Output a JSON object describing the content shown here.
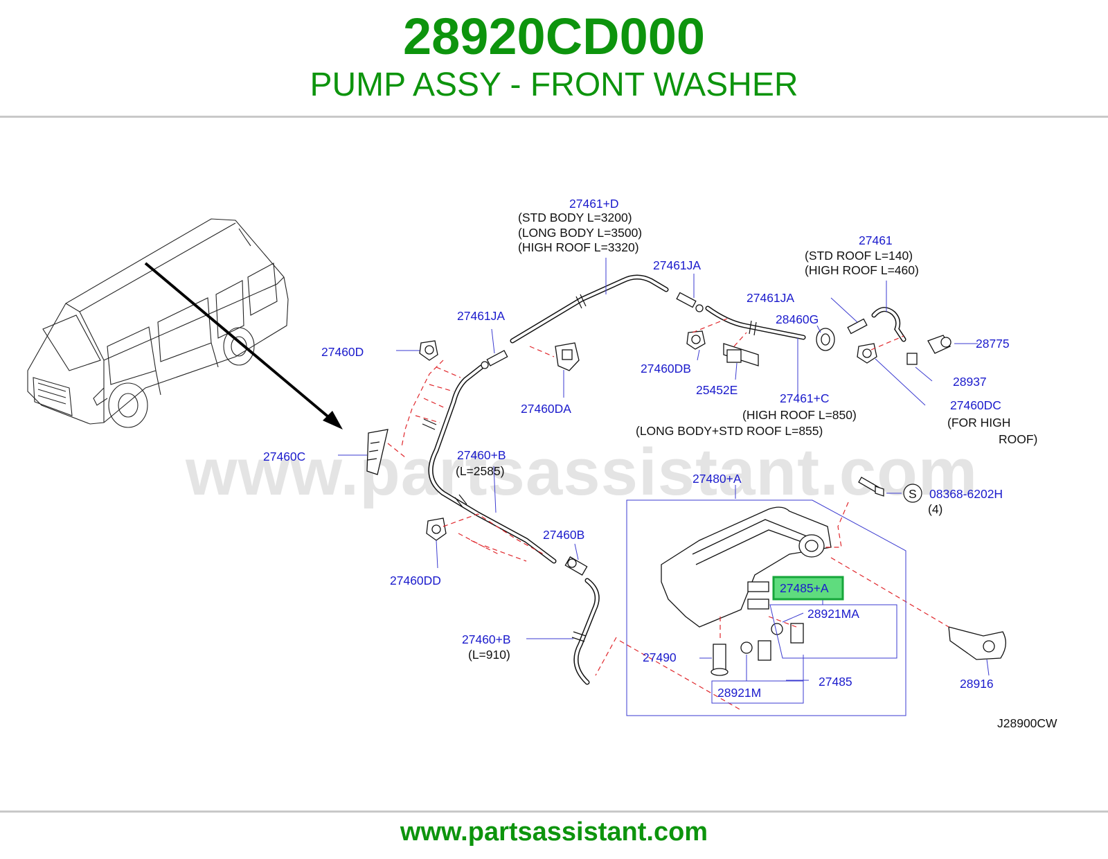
{
  "header": {
    "part_number": "28920CD000",
    "part_name": "PUMP ASSY - FRONT WASHER"
  },
  "watermark": "www.partsassistant.com",
  "footer": {
    "url": "www.partsassistant.com"
  },
  "diagram": {
    "code": "J28900CW",
    "highlighted_callout": "27485+A",
    "highlight_color": "#34c95a",
    "accent_color": "#0d940d",
    "label_color": "#1a1acc",
    "dashed_leader_color": "#e0262b",
    "labels": {
      "l_27461_d": "27461+D",
      "l_27461_d_n1": "(STD   BODY       L=3200)",
      "l_27461_d_n2": "(LONG   BODY       L=3500)",
      "l_27461_d_n3": "(HIGH   ROOF       L=3320)",
      "l_27461ja_top": "27461JA",
      "l_27461": "27461",
      "l_27461_n1": "(STD   ROOF      L=140)",
      "l_27461_n2": "(HIGH   ROOF       L=460)",
      "l_27461ja_right": "27461JA",
      "l_28460g": "28460G",
      "l_27461ja_left": "27461JA",
      "l_27460d": "27460D",
      "l_28775": "28775",
      "l_27460db": "27460DB",
      "l_28937": "28937",
      "l_25452e": "25452E",
      "l_27460da": "27460DA",
      "l_27461_c": "27461+C",
      "l_27460dc": "27460DC",
      "l_27461_c_n1": "(HIGH   ROOF        L=850)",
      "l_27461_c_n2": "(LONG   BODY+STD   ROOF        L=855)",
      "l_27460dc_n1": "(FOR   HIGH",
      "l_27460dc_n2": "ROOF)",
      "l_27460c": "27460C",
      "l_27460_b_top": "27460+B",
      "l_27460_b_top_n": "(L=2585)",
      "l_27480_a": "27480+A",
      "l_s": "S",
      "l_08368": "08368-6202H",
      "l_08368_n": "(4)",
      "l_27460b": "27460B",
      "l_27460dd": "27460DD",
      "l_27485_a": "27485+A",
      "l_28921ma": "28921MA",
      "l_27460_b_bot": "27460+B",
      "l_27460_b_bot_n": "(L=910)",
      "l_27490": "27490",
      "l_27485": "27485",
      "l_28921m": "28921M",
      "l_28916": "28916"
    }
  }
}
